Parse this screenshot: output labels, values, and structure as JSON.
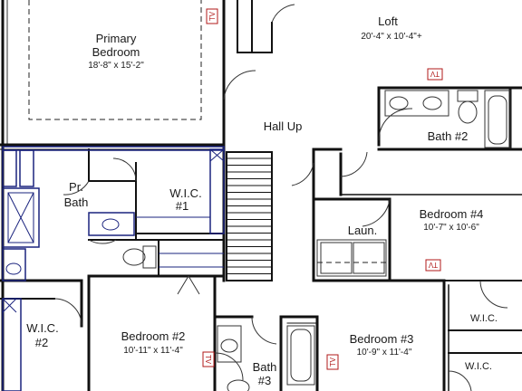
{
  "rooms": {
    "primary_bedroom": {
      "name_line1": "Primary",
      "name_line2": "Bedroom",
      "dims": "18'-8\" x 15'-2\""
    },
    "loft": {
      "name": "Loft",
      "dims": "20'-4\" x 10'-4\"+"
    },
    "hall_up": {
      "name": "Hall Up"
    },
    "bath2": {
      "name": "Bath #2"
    },
    "pr_bath": {
      "name_line1": "Pr.",
      "name_line2": "Bath"
    },
    "wic1": {
      "name_line1": "W.I.C.",
      "name_line2": "#1"
    },
    "bedroom4": {
      "name": "Bedroom #4",
      "dims": "10'-7\" x 10'-6\""
    },
    "laundry": {
      "name": "Laun."
    },
    "wic2": {
      "name_line1": "W.I.C.",
      "name_line2": "#2"
    },
    "bedroom2": {
      "name": "Bedroom #2",
      "dims": "10'-11\" x 11'-4\""
    },
    "bath3": {
      "name_line1": "Bath",
      "name_line2": "#3"
    },
    "bedroom3": {
      "name": "Bedroom #3",
      "dims": "10'-9\" x 11'-4\""
    },
    "wic_right_upper": {
      "name": "W.I.C."
    },
    "wic_right_lower": {
      "name": "W.I.C."
    }
  },
  "tv_marker_label": "TV",
  "colors": {
    "wall": "#111111",
    "fixture_blue": "#1a237e",
    "tv_red": "#b01818"
  }
}
